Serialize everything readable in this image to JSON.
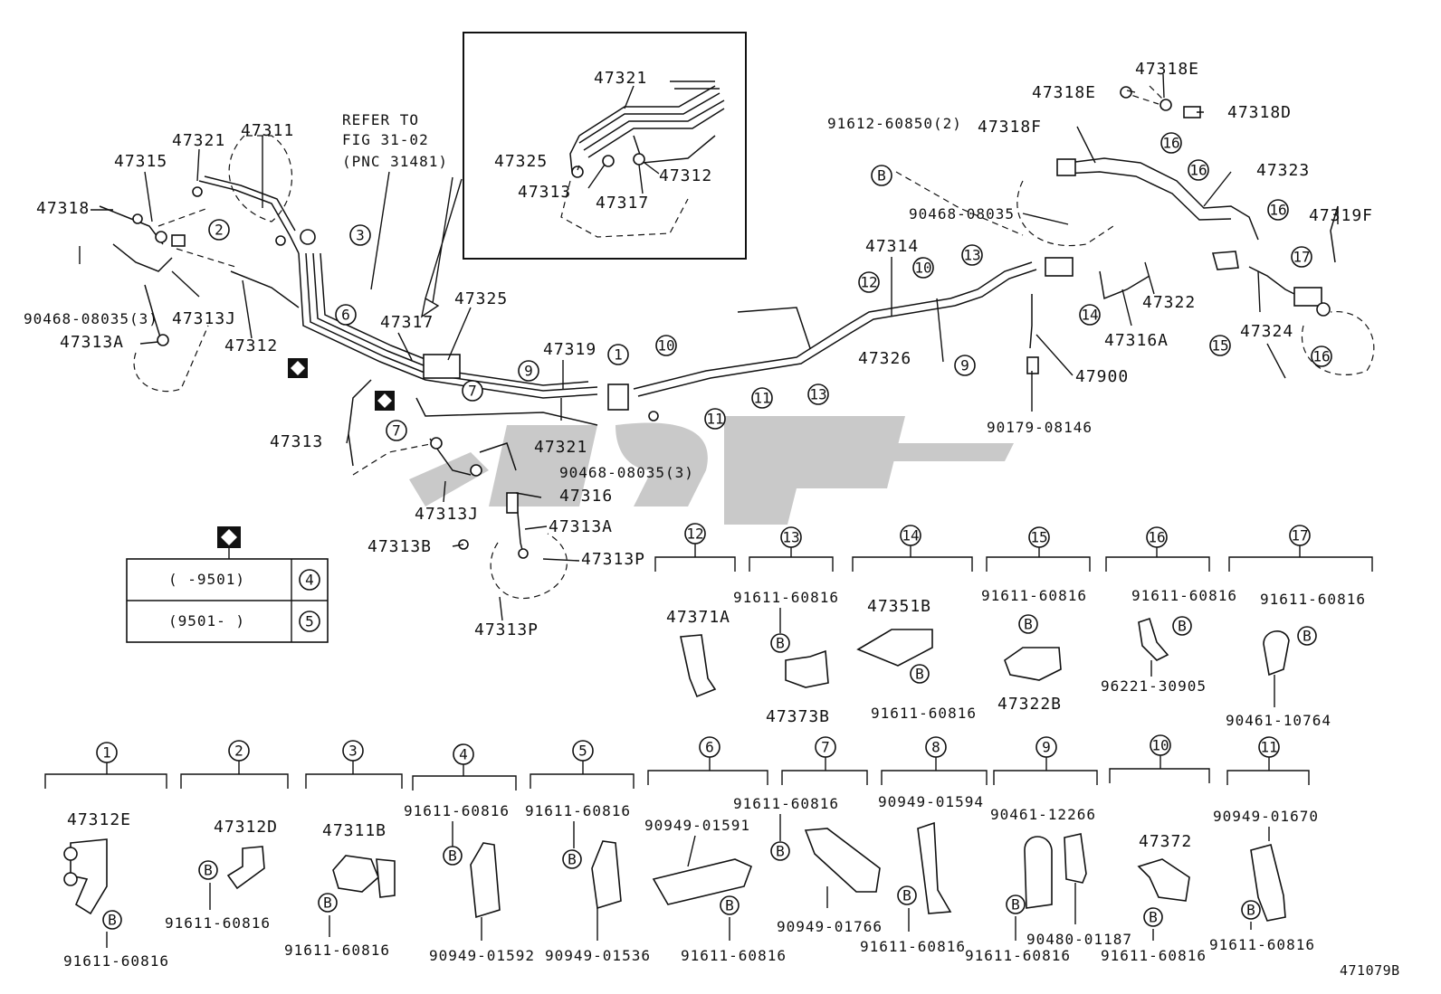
{
  "diagram": {
    "figure_code": "471079B",
    "refer_note": [
      "REFER TO",
      "FIG 31-02",
      "(PNC 31481)"
    ],
    "main_labels": {
      "p47321a": "47321",
      "p47311": "47311",
      "p47315": "47315",
      "p47318": "47318",
      "p90468a": "90468-08035(3)",
      "p47313Ja": "47313J",
      "p47313Aa": "47313A",
      "p47312a": "47312",
      "p47313a": "47313",
      "p47317": "47317",
      "p47325a": "47325",
      "p47319": "47319",
      "p47321b": "47321",
      "p47313Jb": "47313J",
      "p90468b": "90468-08035(3)",
      "p47316": "47316",
      "p47313Ab": "47313A",
      "p47313B": "47313B",
      "p47313Pa": "47313P",
      "p47313Pb": "47313P",
      "p91612": "91612-60850(2)",
      "p47318E1": "47318E",
      "p47318E2": "47318E",
      "p47318D": "47318D",
      "p47318F": "47318F",
      "p47323": "47323",
      "p47319F": "47319F",
      "p90468c": "90468-08035",
      "p47314": "47314",
      "p47326": "47326",
      "p47900": "47900",
      "p90179": "90179-08146",
      "p47322": "47322",
      "p47316A": "47316A",
      "p47324": "47324"
    },
    "inset_labels": {
      "i47321": "47321",
      "i47325": "47325",
      "i47312": "47312",
      "i47313": "47313",
      "i47317": "47317"
    },
    "callout_numbers": [
      "1",
      "2",
      "3",
      "4",
      "5",
      "6",
      "7",
      "8",
      "9",
      "10",
      "11",
      "12",
      "13",
      "14",
      "15",
      "16",
      "17"
    ],
    "bolt_marker": "B",
    "legend": {
      "rows": [
        {
          "range": "(     -9501)",
          "ref": "4"
        },
        {
          "range": "(9501-     )",
          "ref": "5"
        }
      ]
    },
    "bracket_groups": [
      {
        "ref": "12",
        "parts": [
          "47371A"
        ]
      },
      {
        "ref": "13",
        "parts": [
          "91611-60816",
          "47373B"
        ]
      },
      {
        "ref": "14",
        "parts": [
          "47351B",
          "91611-60816"
        ]
      },
      {
        "ref": "15",
        "parts": [
          "91611-60816",
          "47322B"
        ]
      },
      {
        "ref": "16",
        "parts": [
          "91611-60816",
          "96221-30905"
        ]
      },
      {
        "ref": "17",
        "parts": [
          "91611-60816",
          "90461-10764"
        ]
      },
      {
        "ref": "1",
        "parts": [
          "47312E",
          "91611-60816"
        ]
      },
      {
        "ref": "2",
        "parts": [
          "47312D",
          "91611-60816"
        ]
      },
      {
        "ref": "3",
        "parts": [
          "47311B",
          "91611-60816"
        ]
      },
      {
        "ref": "4",
        "parts": [
          "91611-60816",
          "90949-01592"
        ]
      },
      {
        "ref": "5",
        "parts": [
          "91611-60816",
          "90949-01536"
        ]
      },
      {
        "ref": "6",
        "parts": [
          "90949-01591",
          "91611-60816"
        ]
      },
      {
        "ref": "7",
        "parts": [
          "91611-60816",
          "90949-01766"
        ]
      },
      {
        "ref": "8",
        "parts": [
          "90949-01594",
          "91611-60816"
        ]
      },
      {
        "ref": "9",
        "parts": [
          "90461-12266",
          "90480-01187",
          "91611-60816"
        ]
      },
      {
        "ref": "10",
        "parts": [
          "47372",
          "91611-60816"
        ]
      },
      {
        "ref": "11",
        "parts": [
          "90949-01670",
          "91611-60816"
        ]
      }
    ]
  }
}
